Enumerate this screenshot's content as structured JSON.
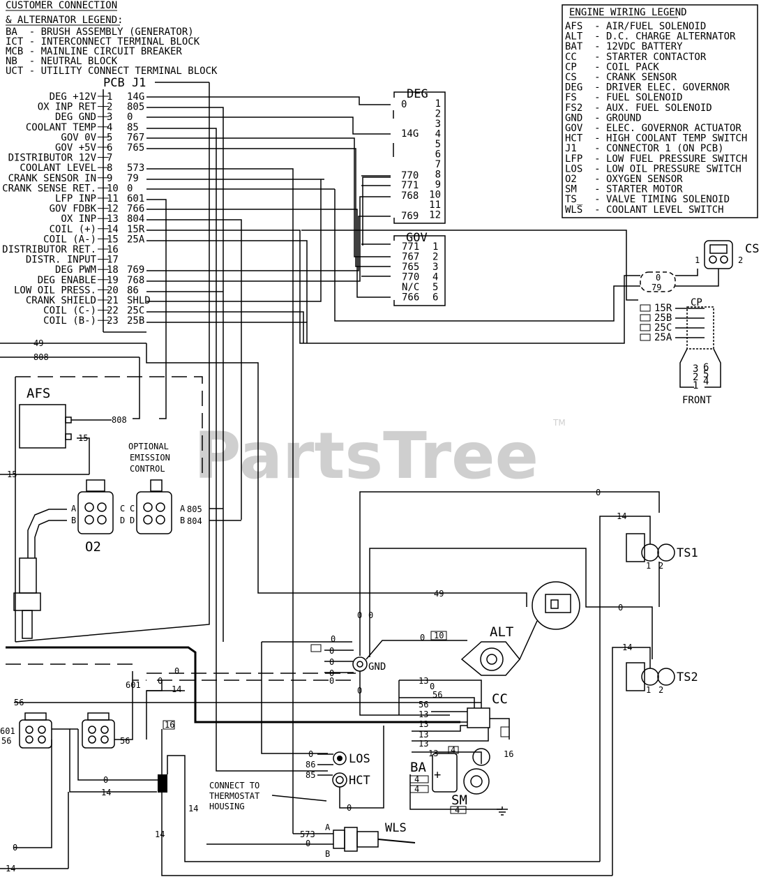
{
  "customer_legend": {
    "title1": "CUSTOMER CONNECTION",
    "title2": "& ALTERNATOR LEGEND:",
    "items": [
      "BA  - BRUSH ASSEMBLY (GENERATOR)",
      "ICT - INTERCONNECT TERMINAL BLOCK",
      "MCB - MAINLINE CIRCUIT BREAKER",
      "NB  - NEUTRAL BLOCK",
      "UCT - UTILITY CONNECT TERMINAL BLOCK"
    ]
  },
  "engine_legend": {
    "title": "ENGINE WIRING LEGEND",
    "items": [
      "AFS  - AIR/FUEL SOLENOID",
      "ALT  - D.C. CHARGE ALTERNATOR",
      "BAT  - 12VDC BATTERY",
      "CC   - STARTER CONTACTOR",
      "CP   - COIL PACK",
      "CS   - CRANK SENSOR",
      "DEG  - DRIVER ELEC. GOVERNOR",
      "FS   - FUEL SOLENOID",
      "FS2  - AUX. FUEL SOLENOID",
      "GND  - GROUND",
      "GOV  - ELEC. GOVERNOR ACTUATOR",
      "HCT  - HIGH COOLANT TEMP SWITCH",
      "J1   - CONNECTOR 1 (ON PCB)",
      "LFP  - LOW FUEL PRESSURE SWITCH",
      "LOS  - LOW OIL PRESSURE SWITCH",
      "O2   - OXYGEN SENSOR",
      "SM   - STARTER MOTOR",
      "TS_  - VALVE TIMING SOLENOID",
      "WLS  - COOLANT LEVEL SWITCH"
    ]
  },
  "pcb": {
    "title": "PCB J1",
    "pins": [
      {
        "label": "DEG +12V",
        "num": "1",
        "wire": "14G"
      },
      {
        "label": "OX INP RET",
        "num": "2",
        "wire": "805"
      },
      {
        "label": "DEG GND",
        "num": "3",
        "wire": "0"
      },
      {
        "label": "COOLANT TEMP",
        "num": "4",
        "wire": "85"
      },
      {
        "label": "GOV 0V",
        "num": "5",
        "wire": "767"
      },
      {
        "label": "GOV +5V",
        "num": "6",
        "wire": "765"
      },
      {
        "label": "DISTRIBUTOR 12V",
        "num": "7",
        "wire": ""
      },
      {
        "label": "COOLANT LEVEL",
        "num": "8",
        "wire": "573"
      },
      {
        "label": "CRANK SENSOR IN",
        "num": "9",
        "wire": "79"
      },
      {
        "label": "CRANK SENSE RET.",
        "num": "10",
        "wire": "0"
      },
      {
        "label": "LFP INP",
        "num": "11",
        "wire": "601"
      },
      {
        "label": "GOV FDBK",
        "num": "12",
        "wire": "766"
      },
      {
        "label": "OX INP",
        "num": "13",
        "wire": "804"
      },
      {
        "label": "COIL (+)",
        "num": "14",
        "wire": "15R"
      },
      {
        "label": "COIL (A-)",
        "num": "15",
        "wire": "25A"
      },
      {
        "label": "DISTRIBUTOR RET.",
        "num": "16",
        "wire": ""
      },
      {
        "label": "DISTR. INPUT",
        "num": "17",
        "wire": ""
      },
      {
        "label": "DEG PWM",
        "num": "18",
        "wire": "769"
      },
      {
        "label": "DEG ENABLE",
        "num": "19",
        "wire": "768"
      },
      {
        "label": "LOW OIL PRESS.",
        "num": "20",
        "wire": "86"
      },
      {
        "label": "CRANK SHIELD",
        "num": "21",
        "wire": "SHLD"
      },
      {
        "label": "COIL (C-)",
        "num": "22",
        "wire": "25C"
      },
      {
        "label": "COIL (B-)",
        "num": "23",
        "wire": "25B"
      }
    ]
  },
  "deg": {
    "title": "DEG",
    "pins": [
      "1",
      "2",
      "3",
      "4",
      "5",
      "6",
      "7",
      "8",
      "9",
      "10",
      "11",
      "12"
    ],
    "wires": [
      {
        "pin": "1",
        "wire": "0"
      },
      {
        "pin": "4",
        "wire": "14G"
      },
      {
        "pin": "8",
        "wire": "770"
      },
      {
        "pin": "9",
        "wire": "771"
      },
      {
        "pin": "10",
        "wire": "768"
      },
      {
        "pin": "12",
        "wire": "769"
      }
    ]
  },
  "gov": {
    "title": "GOV",
    "pins": [
      {
        "wire": "771",
        "num": "1"
      },
      {
        "wire": "767",
        "num": "2"
      },
      {
        "wire": "765",
        "num": "3"
      },
      {
        "wire": "770",
        "num": "4"
      },
      {
        "wire": "N/C",
        "num": "5"
      },
      {
        "wire": "766",
        "num": "6"
      }
    ]
  },
  "components": {
    "cs": "CS",
    "cp": "CP",
    "front": "FRONT",
    "afs": "AFS",
    "o2": "O2",
    "optional": [
      "OPTIONAL",
      "EMISSION",
      "CONTROL"
    ],
    "alt": "ALT",
    "gnd": "GND",
    "cc": "CC",
    "los": "LOS",
    "hct": "HCT",
    "ba": "BA",
    "sm": "SM",
    "wls": "WLS",
    "ts1": "TS1",
    "ts2": "TS2",
    "thermostat_note": [
      "CONNECT TO",
      "THERMOSTAT",
      "HOUSING"
    ]
  },
  "wires": {
    "w49": "49",
    "w808": "808",
    "w15": "15",
    "w805": "805",
    "w804": "804",
    "w56": "56",
    "w601": "601",
    "w14": "14",
    "w0": "0",
    "w13": "13",
    "w16": "16",
    "w4": "4",
    "w79": "79",
    "w86": "86",
    "w85": "85",
    "w573": "573",
    "w10": "10",
    "cp_wires": [
      "15R",
      "25B",
      "25C",
      "25A"
    ],
    "cp_pins_left": [
      "3",
      "2",
      "1"
    ],
    "cp_pins_right": [
      "6",
      "5",
      "4"
    ],
    "cs_pins": [
      "1",
      "2"
    ],
    "conn_letters": [
      "A",
      "B",
      "C",
      "D"
    ],
    "ts_pins": [
      "1",
      "2"
    ]
  },
  "watermark": {
    "text": "PartsTree",
    "tm": "TM"
  }
}
